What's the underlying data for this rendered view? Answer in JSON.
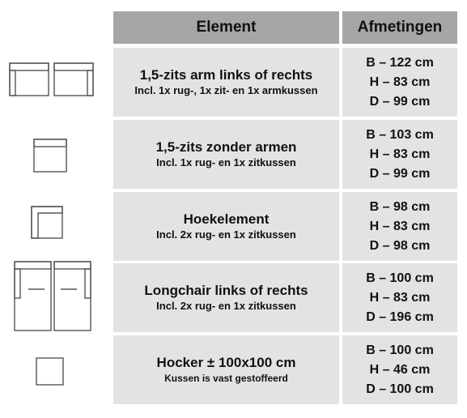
{
  "header": {
    "element": "Element",
    "dimensions": "Afmetingen"
  },
  "rows": [
    {
      "icon": "sofa-1-5-arm-icon",
      "name": "1,5-zits arm links of rechts",
      "description": "Incl. 1x rug-, 1x zit- en 1x armkussen",
      "width": "B – 122 cm",
      "height": "H – 83 cm",
      "depth": "D – 99 cm"
    },
    {
      "icon": "sofa-1-5-no-arms-icon",
      "name": "1,5-zits zonder armen",
      "description": "Incl. 1x rug- en 1x zitkussen",
      "width": "B – 103 cm",
      "height": "H – 83 cm",
      "depth": "D – 99 cm"
    },
    {
      "icon": "corner-element-icon",
      "name": "Hoekelement",
      "description": "Incl. 2x rug- en 1x zitkussen",
      "width": "B – 98 cm",
      "height": "H – 83 cm",
      "depth": "D – 98 cm"
    },
    {
      "icon": "longchair-icon",
      "name": "Longchair links of rechts",
      "description": "Incl. 2x rug- en 1x zitkussen",
      "width": "B – 100 cm",
      "height": "H – 83 cm",
      "depth": "D – 196 cm"
    },
    {
      "icon": "hocker-icon",
      "name": "Hocker ± 100x100 cm",
      "description": "Kussen is vast gestoffeerd",
      "width": "B – 100 cm",
      "height": "H – 46 cm",
      "depth": "D – 100 cm"
    }
  ]
}
